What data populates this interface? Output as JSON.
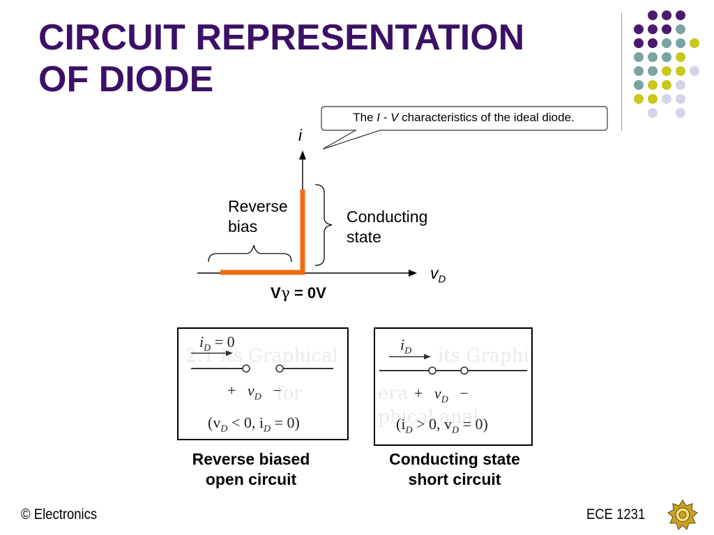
{
  "slide": {
    "title_line1": "CIRCUIT REPRESENTATION",
    "title_line2": "OF DIODE"
  },
  "callout": {
    "prefix": "The ",
    "i": "I",
    "dash": " - ",
    "v": "V",
    "suffix": " characteristics of the ideal diode."
  },
  "graph": {
    "y_axis_label": "i",
    "x_axis_label_base": "v",
    "x_axis_label_sub": "D",
    "reverse_line1": "Reverse",
    "reverse_line2": "bias",
    "conducting_line1": "Conducting",
    "conducting_line2": "state",
    "vgamma_v": "V",
    "vgamma_gamma": "γ",
    "vgamma_rest": " = 0V",
    "curve_color": "#f26a10"
  },
  "reverse_box": {
    "current_label": "i",
    "current_sub": "D",
    "current_value": " = 0",
    "plus": "+",
    "v": "v",
    "v_sub": "D",
    "minus": "−",
    "condition": "(v",
    "condition_sub1": "D",
    "condition_mid": " < 0, i",
    "condition_sub2": "D",
    "condition_end": " = 0)",
    "caption_line1": "Reverse biased",
    "caption_line2": "open circuit"
  },
  "conducting_box": {
    "current_label": "i",
    "current_sub": "D",
    "plus": "+",
    "v": "v",
    "v_sub": "D",
    "minus": "−",
    "condition": "(i",
    "condition_sub1": "D",
    "condition_mid": " > 0, v",
    "condition_sub2": "D",
    "condition_end": " = 0)",
    "caption_line1": "Conducting state",
    "caption_line2": "short circuit"
  },
  "footer": {
    "left": "© Electronics",
    "right": "ECE 1231"
  },
  "colors": {
    "title": "#3b1166",
    "dot_purple": "#4a1a6e",
    "dot_teal": "#7aa3a3",
    "dot_yellow": "#c8c81e",
    "dot_lavender": "#d4d4e8"
  }
}
